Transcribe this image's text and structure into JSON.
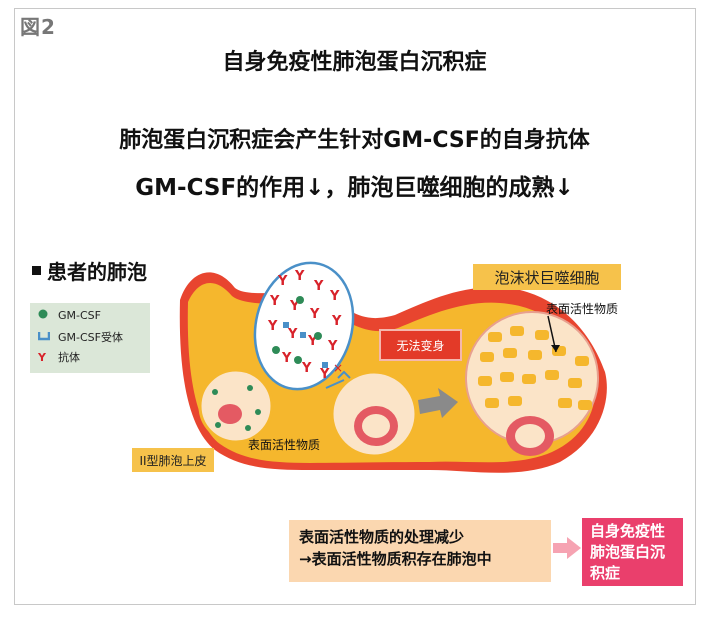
{
  "figure": {
    "label": "図2"
  },
  "title": "自身免疫性肺泡蛋白沉积症",
  "statements": {
    "line1": "肺泡蛋白沉积症会产生针对GM-CSF的自身抗体",
    "line2": "GM-CSF的作用↓，肺泡巨噬细胞的成熟↓"
  },
  "section": {
    "heading": "患者的肺泡"
  },
  "legend": {
    "items": [
      {
        "label": "GM-CSF",
        "icon": "green-dot-icon",
        "color": "#2e8b57"
      },
      {
        "label": "GM-CSF受体",
        "icon": "receptor-cup-icon",
        "color": "#4a90c8"
      },
      {
        "label": "抗体",
        "icon": "antibody-y-icon",
        "color": "#d8222a"
      }
    ]
  },
  "labels": {
    "foam_cell": "泡沫状巨噬细胞",
    "surfactant_right": "表面活性物质",
    "cannot_transform": "无法变身",
    "surfactant_left": "表面活性物质",
    "type2_cell": "II型肺泡上皮"
  },
  "bottom": {
    "line1": "表面活性物质的处理减少",
    "line2": "→表面活性物质积存在肺泡中"
  },
  "result": {
    "line1": "自身免疫性",
    "line2": "肺泡蛋白沉",
    "line3": "积症"
  },
  "colors": {
    "wall_yellow": "#f5b72d",
    "wall_red": "#e8452f",
    "cell_fill": "#fbe4c8",
    "nucleus": "#e45a63",
    "antibody_red": "#d8222a",
    "gmcsf_green": "#2e8b57",
    "receptor_blue": "#4a90c8",
    "result_pink": "#ea3f6c"
  }
}
